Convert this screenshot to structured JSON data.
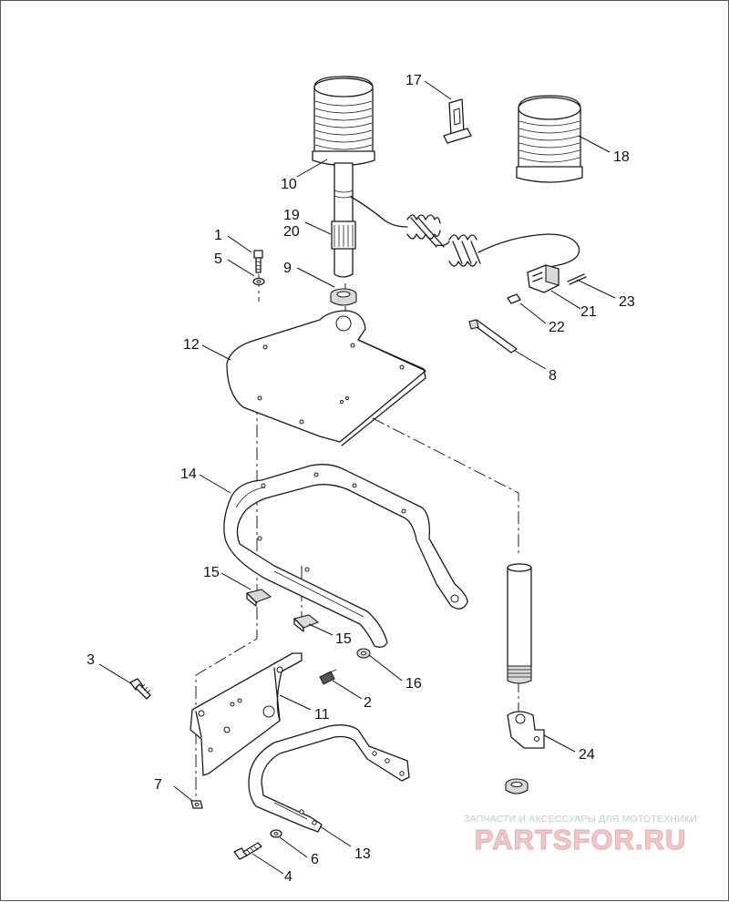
{
  "diagram": {
    "callouts": [
      "1",
      "2",
      "3",
      "4",
      "5",
      "6",
      "7",
      "8",
      "9",
      "10",
      "11",
      "12",
      "13",
      "14",
      "15",
      "15",
      "16",
      "17",
      "18",
      "19",
      "20",
      "21",
      "22",
      "23",
      "24"
    ]
  },
  "watermark": {
    "top_text": "ЗАПЧАСТИ И АКСЕССУАРЫ ДЛЯ МОТОТЕХНИКИ",
    "logo_text": "PARTSFOR.RU"
  }
}
